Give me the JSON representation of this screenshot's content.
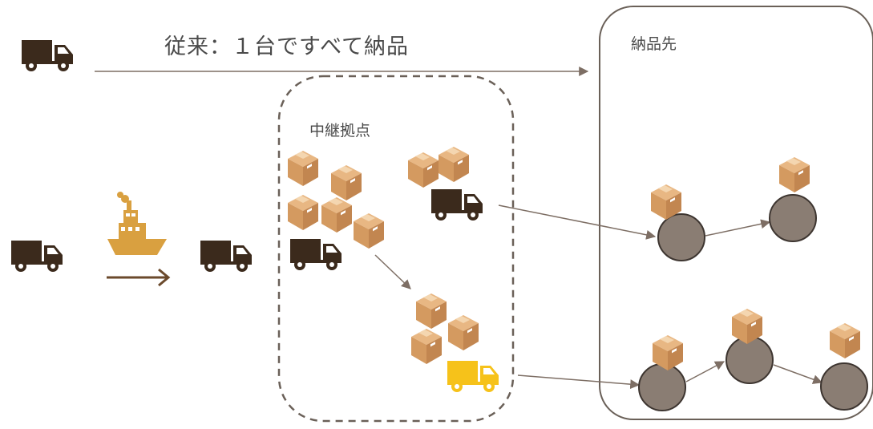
{
  "labels": {
    "conventional": "従来：１台ですべて納品",
    "hub": "中継拠点",
    "destination": "納品先"
  },
  "colors": {
    "truck": "#3b2a1c",
    "truck_yellow": "#f6c21a",
    "box": "#d9a06a",
    "box_dark": "#b8804f",
    "ship": "#d9a040",
    "node": "#8a7d73",
    "arrow": "#7d6e64",
    "outline": "#6a6058"
  },
  "icons": [
    "truck-icon",
    "ship-icon",
    "box-icon"
  ]
}
